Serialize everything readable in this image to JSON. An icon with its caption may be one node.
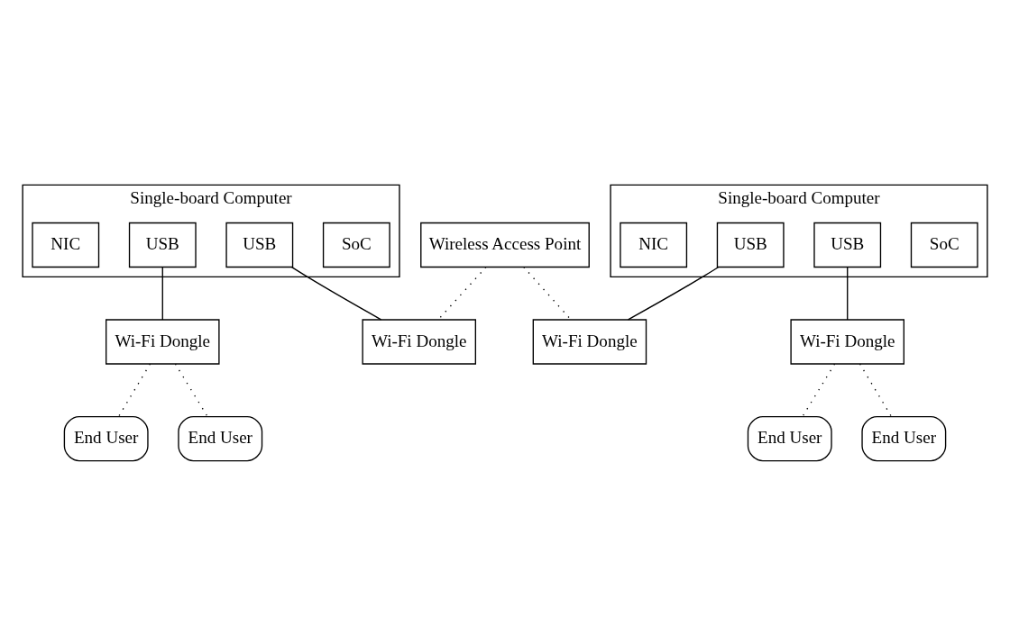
{
  "diagram": {
    "nodes": [
      {
        "text": [
          "Wireless Access Point"
        ]
      },
      {
        "text": [
          "Single-board Computer"
        ]
      },
      {
        "text": [
          "SoC"
        ],
        "in": 1
      },
      {
        "text": [
          "USB"
        ],
        "in": 1
      },
      {
        "text": [
          "USB"
        ],
        "in": 1
      },
      {
        "text": [
          "NIC"
        ],
        "in": 1
      },
      {
        "text": [
          "Wi-Fi Dongle"
        ]
      },
      {
        "text": [
          "Wi-Fi Dongle"
        ]
      },
      {
        "text": [
          "Single-board Computer"
        ]
      },
      {
        "text": [
          "SoC"
        ],
        "in": 8
      },
      {
        "text": [
          "USB"
        ],
        "in": 8
      },
      {
        "text": [
          "USB"
        ],
        "in": 8
      },
      {
        "text": [
          "NIC"
        ],
        "in": 8
      },
      {
        "text": [
          "Wi-Fi Dongle"
        ]
      },
      {
        "text": [
          "Wi-Fi Dongle"
        ]
      },
      {
        "text": [
          "End User"
        ]
      },
      {
        "text": [
          "End User"
        ]
      },
      {
        "text": [
          "End User"
        ]
      },
      {
        "text": [
          "End User"
        ]
      }
    ],
    "edges": [
      {
        "from": 3,
        "to": 6,
        "arrow": "none"
      },
      {
        "from": 4,
        "to": 7,
        "arrow": "none"
      },
      {
        "from": 10,
        "to": 13,
        "arrow": "none"
      },
      {
        "from": 11,
        "to": 14,
        "arrow": "none"
      },
      {
        "from": 0,
        "to": 6,
        "arrow": "none",
        "style": "dashed"
      },
      {
        "from": 0,
        "to": 13,
        "arrow": "none",
        "style": "dashed"
      },
      {
        "from": 7,
        "to": 15,
        "arrow": "none",
        "style": "dashed"
      },
      {
        "from": 7,
        "to": 16,
        "arrow": "none",
        "style": "dashed"
      },
      {
        "from": 14,
        "to": 17,
        "arrow": "none",
        "style": "dashed"
      },
      {
        "from": 14,
        "to": 18,
        "arrow": "none",
        "style": "dashed"
      }
    ]
  }
}
